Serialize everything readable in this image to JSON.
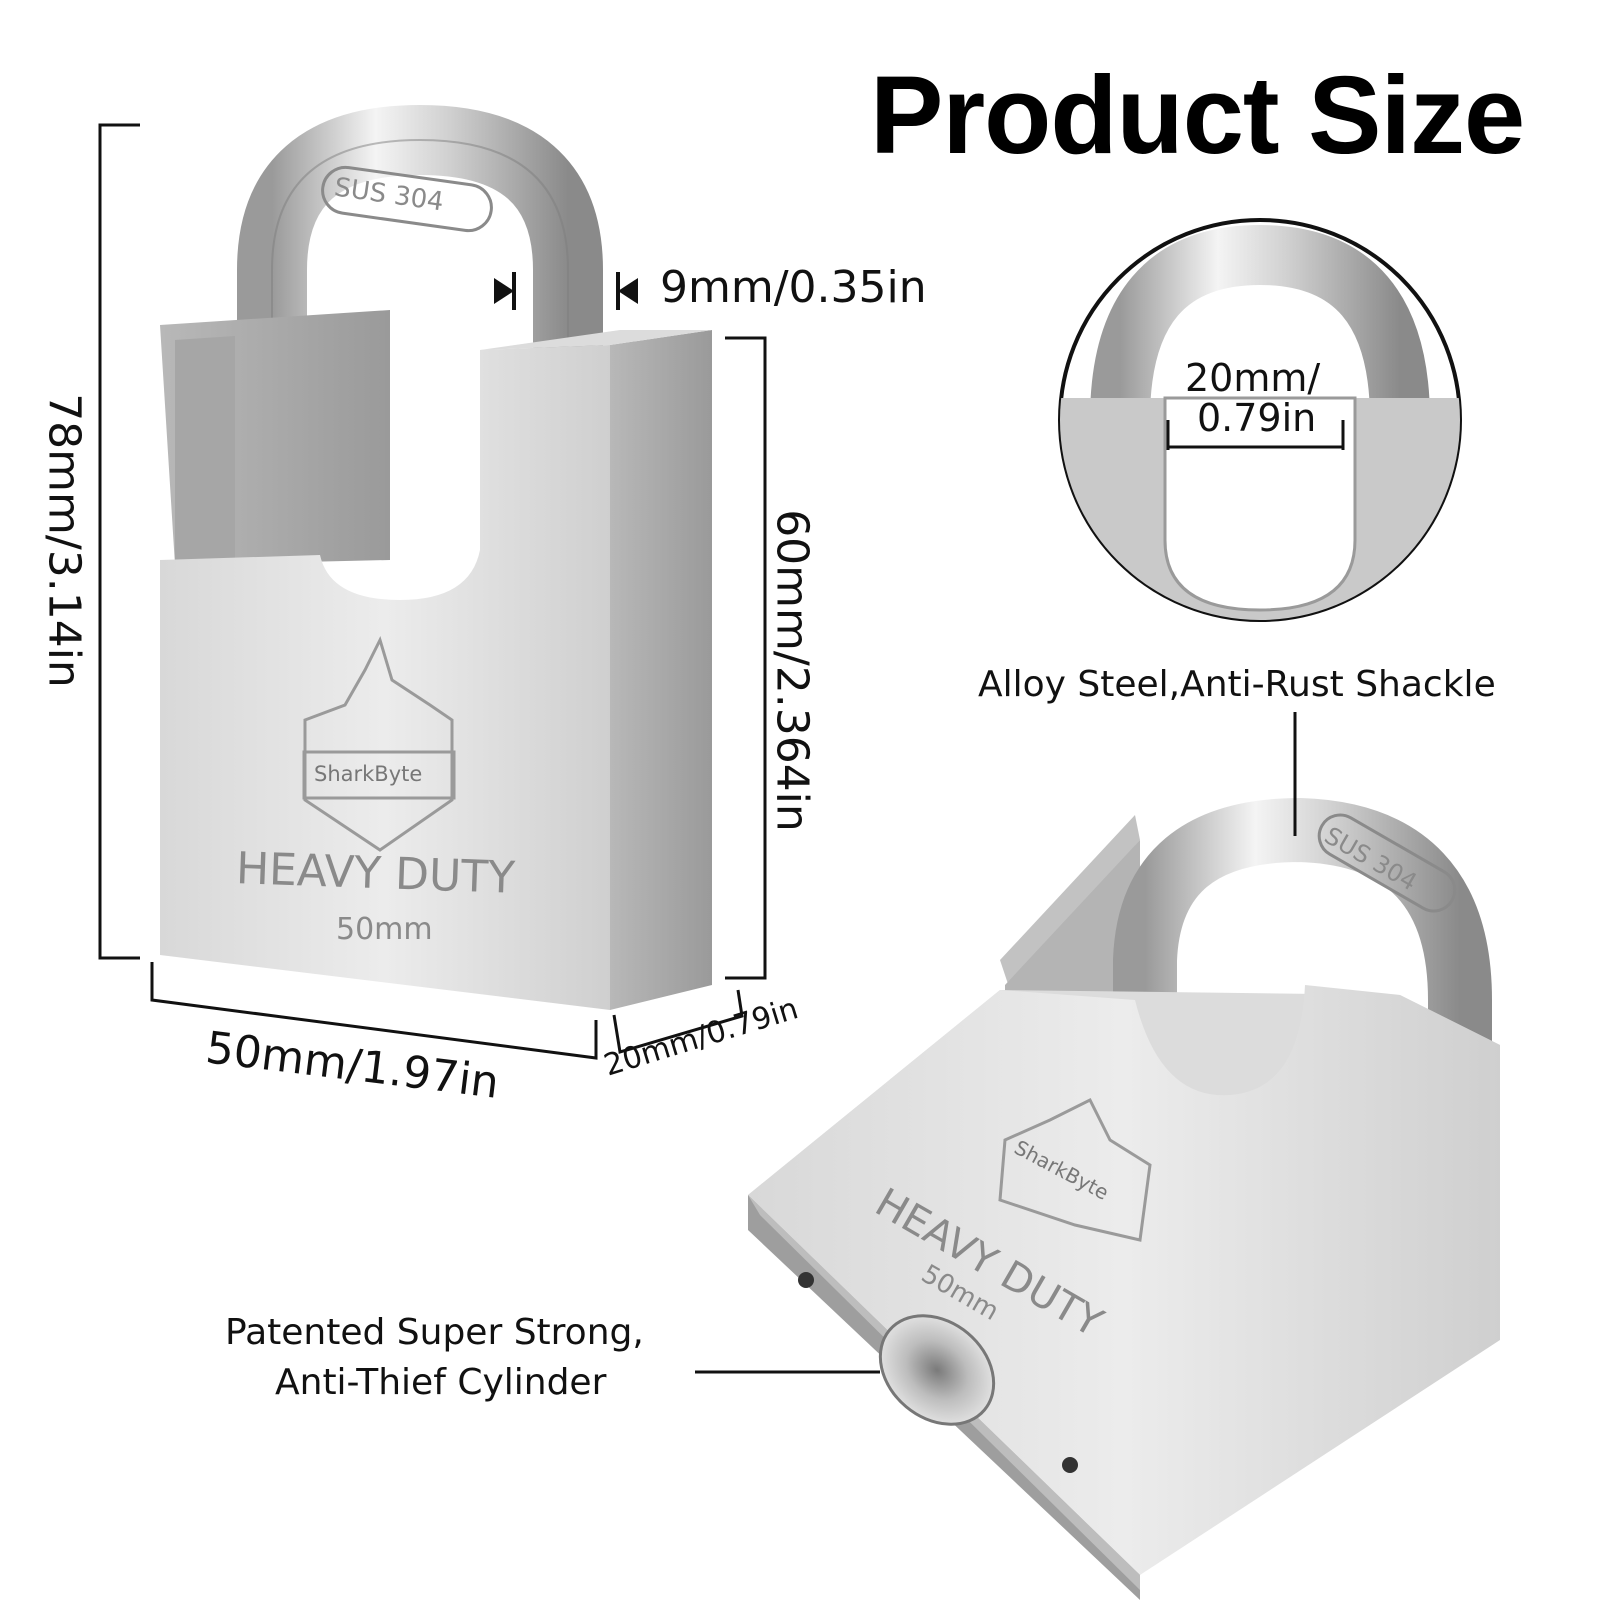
{
  "title": "Product Size",
  "dimensions": {
    "shackle_diameter": "9mm/0.35in",
    "total_height": "78mm/3.14in",
    "body_height": "60mm/2.364in",
    "body_width": "50mm/1.97in",
    "body_depth": "20mm/0.79in",
    "shackle_clearance_line1": "20mm/",
    "shackle_clearance_line2": "0.79in"
  },
  "callouts": {
    "shackle": "Alloy Steel,Anti-Rust Shackle",
    "cylinder_line1": "Patented Super Strong,",
    "cylinder_line2": "Anti-Thief Cylinder"
  },
  "engraving": {
    "brand": "SharkByte",
    "heavy_duty": "HEAVY DUTY",
    "size": "50mm",
    "shackle_mark": "SUS 304"
  },
  "colors": {
    "steel_light": "#e6e6e6",
    "steel_mid": "#c4c4c4",
    "steel_dark": "#8c8c8c",
    "line": "#111111"
  }
}
